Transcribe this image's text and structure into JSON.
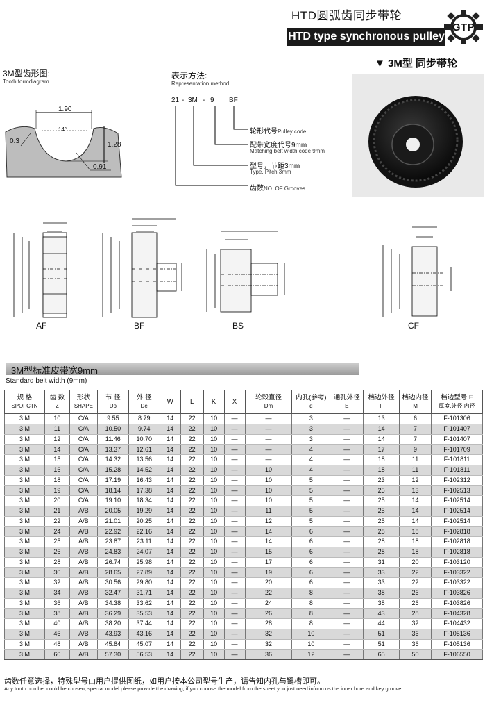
{
  "header": {
    "title_cn": "HTD圆弧齿同步带轮",
    "title_en": "HTD type synchronous pulley",
    "logo": "GTP",
    "subtitle": "▼ 3M型 同步带轮"
  },
  "tooth": {
    "title_cn": "3M型齿形图:",
    "title_en": "Tooth formdiagram",
    "dims": [
      "1.90",
      "0.3",
      "14°",
      "1.28",
      "0.91"
    ]
  },
  "repr": {
    "title_cn": "表示方法:",
    "title_en": "Representation method",
    "code": [
      "21",
      "3M",
      "9",
      "BF"
    ],
    "items": [
      {
        "cn": "轮形代号",
        "en": "Pulley code"
      },
      {
        "cn": "配带宽度代号9mm",
        "en": "Matching belt width code 9mm"
      },
      {
        "cn": "型号，节距3mm",
        "en": "Type, Pitch 3mm"
      },
      {
        "cn": "齿数",
        "en": "NO. OF Grooves"
      }
    ]
  },
  "shapes": [
    "AF",
    "BF",
    "BS",
    "CF"
  ],
  "table": {
    "title": "3M型标准皮带宽9mm",
    "subtitle": "Standard belt width (9mm)",
    "headers": [
      {
        "cn": "规 格",
        "en": "SPOFCTN"
      },
      {
        "cn": "齿 数",
        "en": "Z"
      },
      {
        "cn": "形状",
        "en": "SHAPE"
      },
      {
        "cn": "节 径",
        "en": "Dp"
      },
      {
        "cn": "外 径",
        "en": "De"
      },
      {
        "cn": "W",
        "en": ""
      },
      {
        "cn": "L",
        "en": ""
      },
      {
        "cn": "K",
        "en": ""
      },
      {
        "cn": "X",
        "en": ""
      },
      {
        "cn": "轮毂直径",
        "en": "Dm"
      },
      {
        "cn": "内孔(参考)",
        "en": "d"
      },
      {
        "cn": "通孔外径",
        "en": "E"
      },
      {
        "cn": "档边外径",
        "en": "F"
      },
      {
        "cn": "档边内径",
        "en": "M"
      },
      {
        "cn": "档边型号 F",
        "en": "厚度.外径.内径"
      }
    ],
    "rows": [
      [
        "3 M",
        "10",
        "C/A",
        "9.55",
        "8.79",
        "14",
        "22",
        "10",
        "—",
        "—",
        "3",
        "—",
        "13",
        "6",
        "F-101306"
      ],
      [
        "3 M",
        "11",
        "C/A",
        "10.50",
        "9.74",
        "14",
        "22",
        "10",
        "—",
        "—",
        "3",
        "—",
        "14",
        "7",
        "F-101407"
      ],
      [
        "3 M",
        "12",
        "C/A",
        "11.46",
        "10.70",
        "14",
        "22",
        "10",
        "—",
        "—",
        "3",
        "—",
        "14",
        "7",
        "F-101407"
      ],
      [
        "3 M",
        "14",
        "C/A",
        "13.37",
        "12.61",
        "14",
        "22",
        "10",
        "—",
        "—",
        "4",
        "—",
        "17",
        "9",
        "F-101709"
      ],
      [
        "3 M",
        "15",
        "C/A",
        "14.32",
        "13.56",
        "14",
        "22",
        "10",
        "—",
        "—",
        "4",
        "—",
        "18",
        "11",
        "F-101811"
      ],
      [
        "3 M",
        "16",
        "C/A",
        "15.28",
        "14.52",
        "14",
        "22",
        "10",
        "—",
        "10",
        "4",
        "—",
        "18",
        "11",
        "F-101811"
      ],
      [
        "3 M",
        "18",
        "C/A",
        "17.19",
        "16.43",
        "14",
        "22",
        "10",
        "—",
        "10",
        "5",
        "—",
        "23",
        "12",
        "F-102312"
      ],
      [
        "3 M",
        "19",
        "C/A",
        "18.14",
        "17.38",
        "14",
        "22",
        "10",
        "—",
        "10",
        "5",
        "—",
        "25",
        "13",
        "F-102513"
      ],
      [
        "3 M",
        "20",
        "C/A",
        "19.10",
        "18.34",
        "14",
        "22",
        "10",
        "—",
        "10",
        "5",
        "—",
        "25",
        "14",
        "F-102514"
      ],
      [
        "3 M",
        "21",
        "A/B",
        "20.05",
        "19.29",
        "14",
        "22",
        "10",
        "—",
        "11",
        "5",
        "—",
        "25",
        "14",
        "F-102514"
      ],
      [
        "3 M",
        "22",
        "A/B",
        "21.01",
        "20.25",
        "14",
        "22",
        "10",
        "—",
        "12",
        "5",
        "—",
        "25",
        "14",
        "F-102514"
      ],
      [
        "3 M",
        "24",
        "A/B",
        "22.92",
        "22.16",
        "14",
        "22",
        "10",
        "—",
        "14",
        "6",
        "—",
        "28",
        "18",
        "F-102818"
      ],
      [
        "3 M",
        "25",
        "A/B",
        "23.87",
        "23.11",
        "14",
        "22",
        "10",
        "—",
        "14",
        "6",
        "—",
        "28",
        "18",
        "F-102818"
      ],
      [
        "3 M",
        "26",
        "A/B",
        "24.83",
        "24.07",
        "14",
        "22",
        "10",
        "—",
        "15",
        "6",
        "—",
        "28",
        "18",
        "F-102818"
      ],
      [
        "3 M",
        "28",
        "A/B",
        "26.74",
        "25.98",
        "14",
        "22",
        "10",
        "—",
        "17",
        "6",
        "—",
        "31",
        "20",
        "F-103120"
      ],
      [
        "3 M",
        "30",
        "A/B",
        "28.65",
        "27.89",
        "14",
        "22",
        "10",
        "—",
        "19",
        "6",
        "—",
        "33",
        "22",
        "F-103322"
      ],
      [
        "3 M",
        "32",
        "A/B",
        "30.56",
        "29.80",
        "14",
        "22",
        "10",
        "—",
        "20",
        "6",
        "—",
        "33",
        "22",
        "F-103322"
      ],
      [
        "3 M",
        "34",
        "A/B",
        "32.47",
        "31.71",
        "14",
        "22",
        "10",
        "—",
        "22",
        "8",
        "—",
        "38",
        "26",
        "F-103826"
      ],
      [
        "3 M",
        "36",
        "A/B",
        "34.38",
        "33.62",
        "14",
        "22",
        "10",
        "—",
        "24",
        "8",
        "—",
        "38",
        "26",
        "F-103826"
      ],
      [
        "3 M",
        "38",
        "A/B",
        "36.29",
        "35.53",
        "14",
        "22",
        "10",
        "—",
        "26",
        "8",
        "—",
        "43",
        "28",
        "F-104328"
      ],
      [
        "3 M",
        "40",
        "A/B",
        "38.20",
        "37.44",
        "14",
        "22",
        "10",
        "—",
        "28",
        "8",
        "—",
        "44",
        "32",
        "F-104432"
      ],
      [
        "3 M",
        "46",
        "A/B",
        "43.93",
        "43.16",
        "14",
        "22",
        "10",
        "—",
        "32",
        "10",
        "—",
        "51",
        "36",
        "F-105136"
      ],
      [
        "3 M",
        "48",
        "A/B",
        "45.84",
        "45.07",
        "14",
        "22",
        "10",
        "—",
        "32",
        "10",
        "—",
        "51",
        "36",
        "F-105136"
      ],
      [
        "3 M",
        "60",
        "A/B",
        "57.30",
        "56.53",
        "14",
        "22",
        "10",
        "—",
        "36",
        "12",
        "—",
        "65",
        "50",
        "F-106550"
      ]
    ]
  },
  "footer": {
    "cn": "齿数任意选择，特殊型号由用户提供图纸，如用户按本公司型号生产，请告知内孔与键槽即可。",
    "en": "Any tooth number could be chosen, special model please provide the drawing, if you choose the model from the sheet you just need inform us the inner bore and key groove."
  },
  "colors": {
    "header_bg": "#1a1a1a",
    "row_alt": "#d9d9d9",
    "tooth_fill": "#bdbdbd"
  }
}
